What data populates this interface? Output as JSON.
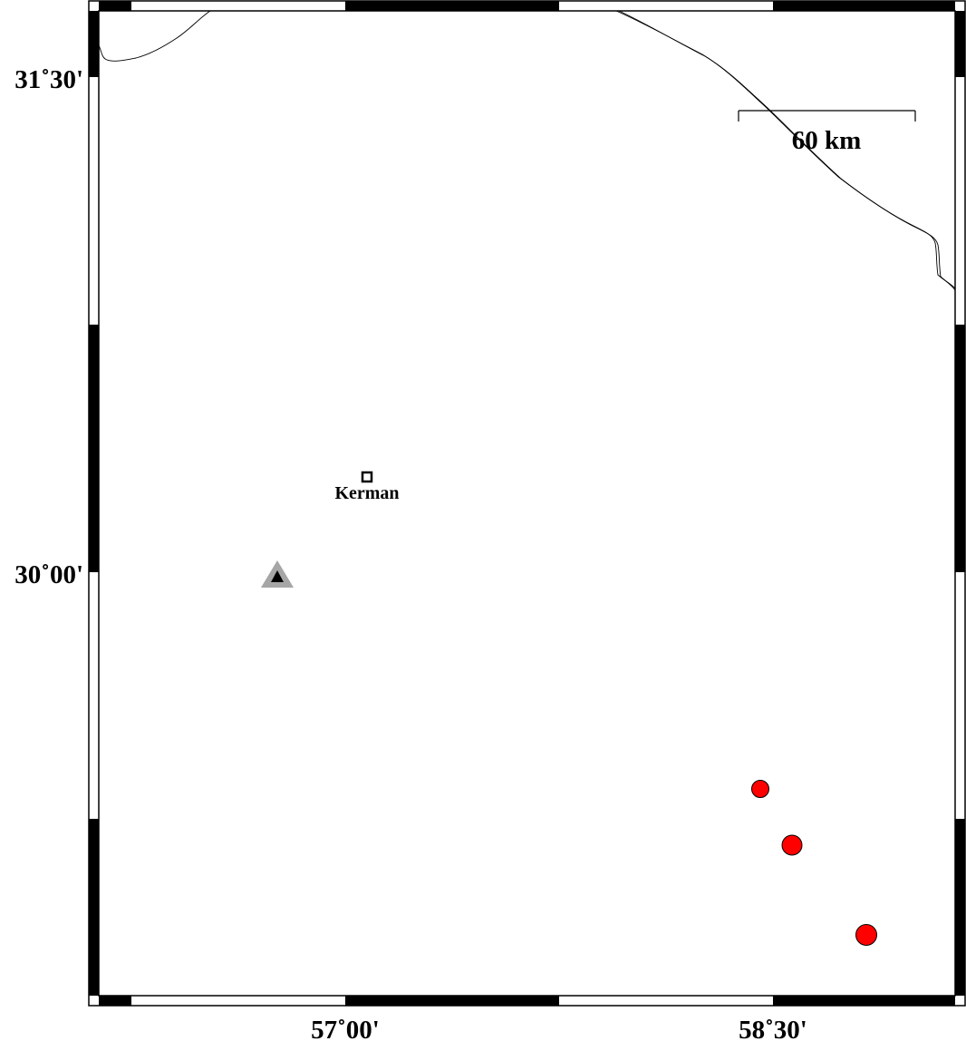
{
  "map": {
    "axes": {
      "x_ticks": [
        {
          "lon": 57.0,
          "label": "57˚00'"
        },
        {
          "lon": 58.5,
          "label": "58˚30'"
        }
      ],
      "y_ticks": [
        {
          "lat": 31.5,
          "label": "31˚30'"
        },
        {
          "lat": 30.0,
          "label": "30˚00'"
        }
      ]
    },
    "scale_bar": {
      "label": "60 km"
    },
    "city": {
      "name": "Kerman"
    },
    "station": {
      "symbol": "triangle",
      "color": "#a6a6a6",
      "inner_color": "#000000"
    },
    "events": {
      "color": "#ff0000",
      "count": 3
    },
    "colors": {
      "frame": "#000000",
      "frame_alt": "#ffffff",
      "coastline": "#000000"
    }
  }
}
